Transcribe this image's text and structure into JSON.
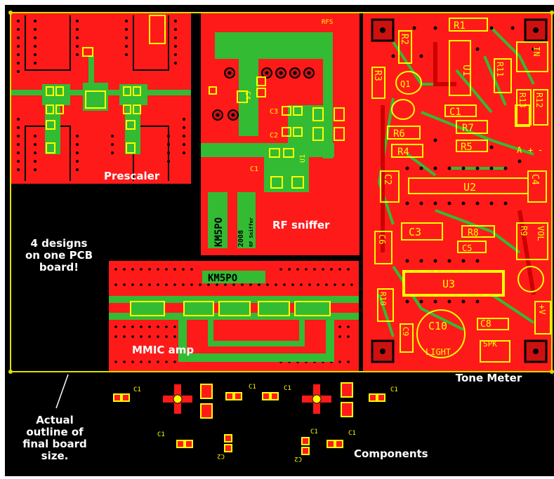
{
  "labels": {
    "prescaler": "Prescaler",
    "rf_sniffer": "RF sniffer",
    "mmic_amp": "MMIC amp",
    "tone_meter": "Tone Meter",
    "designs_line1": "4 designs",
    "designs_line2": "on one PCB",
    "designs_line3": "board!",
    "outline_line1": "Actual",
    "outline_line2": "outline of",
    "outline_line3": "final board",
    "outline_line4": "size.",
    "components": "Components"
  },
  "silkscreen": {
    "mmic_callsign": "KM5PO",
    "rf_callsign": "KM5PO",
    "rf_year": "2008",
    "rf_vertical": "RF Sniffer",
    "tone_parts": [
      "R1",
      "R2",
      "R3",
      "R11",
      "R12",
      "R13",
      "R4",
      "R5",
      "R6",
      "R7",
      "R8",
      "R9",
      "R10",
      "C1",
      "C2",
      "C3",
      "C4",
      "C5",
      "C6",
      "C8",
      "C9",
      "C10",
      "Q1",
      "U1",
      "U2",
      "U3",
      "IN",
      "VOL",
      "SPK",
      "A",
      "+",
      "-",
      "+V",
      "LIGHT"
    ],
    "rf_parts": [
      "C4",
      "C3",
      "C2",
      "C1",
      "U1",
      "RFS"
    ],
    "comp_parts": [
      "C1",
      "C1",
      "C1",
      "C1",
      "C1",
      "C1",
      "C1",
      "C2",
      "C2"
    ]
  },
  "colors": {
    "copper_top": "#ff1a1a",
    "copper_bottom": "#33bb33",
    "silk": "#ffff00",
    "board": "#000000",
    "outline": "#dddd00"
  }
}
